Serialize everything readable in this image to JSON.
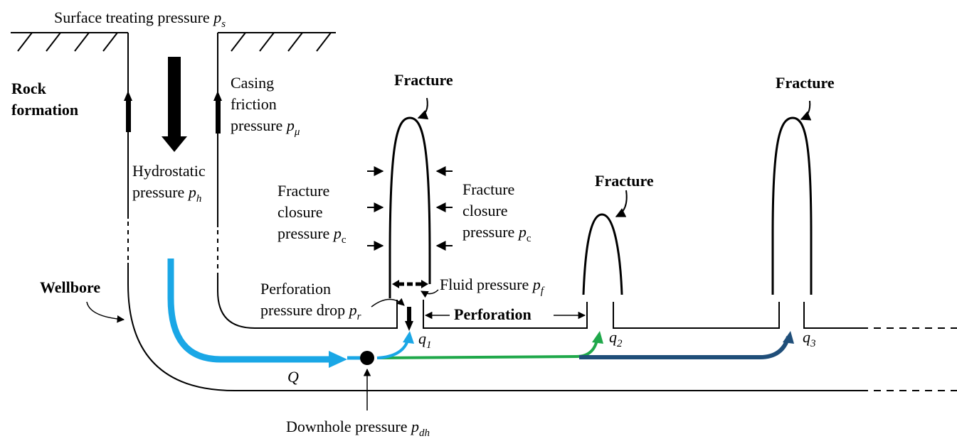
{
  "labels": {
    "surface": "Surface treating pressure ",
    "surface_sym": "p",
    "surface_sub": "s",
    "rock_1": "Rock",
    "rock_2": "formation",
    "casing_1": "Casing",
    "casing_2": "friction",
    "casing_3": "pressure ",
    "casing_sym": "p",
    "casing_sub": "μ",
    "hydro_1": "Hydrostatic",
    "hydro_2": "pressure ",
    "hydro_sym": "p",
    "hydro_sub": "h",
    "fracture": "Fracture",
    "closure_1": "Fracture",
    "closure_2": "closure",
    "closure_3": "pressure ",
    "closure_sym": "p",
    "closure_sub": "c",
    "wellbore": "Wellbore",
    "perf_drop_1": "Perforation",
    "perf_drop_2": "pressure drop ",
    "perf_drop_sym": "p",
    "perf_drop_sub": "r",
    "fluid": "Fluid pressure ",
    "fluid_sym": "p",
    "fluid_sub": "f",
    "perforation": "Perforation",
    "q_sym": "q",
    "q1_sub": "1",
    "q2_sub": "2",
    "q3_sub": "3",
    "Q": "Q",
    "downhole": "Downhole pressure ",
    "downhole_sym": "p",
    "downhole_sub": "dh"
  },
  "colors": {
    "total_flow": "#1aa7e6",
    "flow_q1": "#1aa7e6",
    "flow_q2": "#1fa84a",
    "flow_q3": "#1f4e79",
    "line": "#000000"
  }
}
